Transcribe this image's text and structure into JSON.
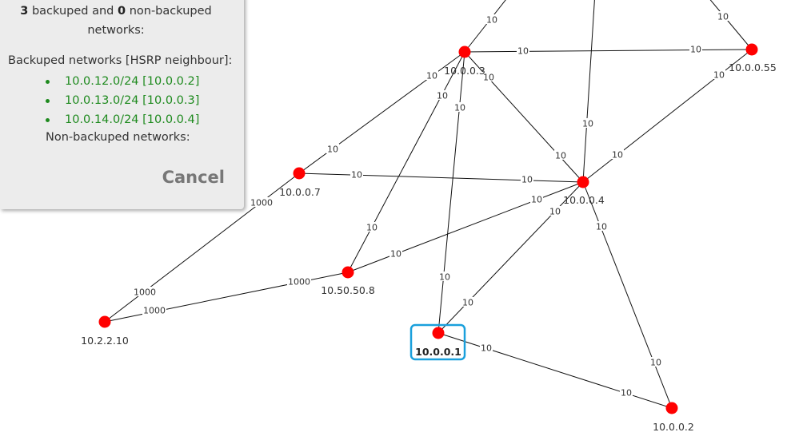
{
  "panel": {
    "backuped_count": "3",
    "summary_part1": "backuped and",
    "non_backuped_count": "0",
    "summary_part2": "non-backuped",
    "summary_part3": "networks:",
    "backuped_title": "Backuped networks [HSRP neighbour]:",
    "backuped_networks": [
      "10.0.12.0/24 [10.0.0.2]",
      "10.0.13.0/24 [10.0.0.3]",
      "10.0.14.0/24 [10.0.0.4]"
    ],
    "non_backuped_title": "Non-backuped networks:",
    "cancel_label": "Cancel"
  },
  "graph": {
    "nodes": [
      {
        "id": "n3",
        "label": "10.0.0.3"
      },
      {
        "id": "n55",
        "label": "10.0.0.55"
      },
      {
        "id": "n7",
        "label": "10.0.0.7"
      },
      {
        "id": "n4",
        "label": "10.0.0.4"
      },
      {
        "id": "n8",
        "label": "10.50.50.8"
      },
      {
        "id": "n10",
        "label": "10.2.2.10"
      },
      {
        "id": "n1",
        "label": "10.0.0.1",
        "selected": true
      },
      {
        "id": "n2",
        "label": "10.0.0.2"
      }
    ],
    "edges": [
      {
        "id": "e3-7",
        "label_a": "10",
        "label_b": "10"
      },
      {
        "id": "e3-55",
        "label_a": "10",
        "label_b": "10"
      },
      {
        "id": "e3-4",
        "label_a": "10",
        "label_b": "10"
      },
      {
        "id": "e3-8",
        "label_a": "10",
        "label_b": "10"
      },
      {
        "id": "e3-1",
        "label_a": "10",
        "label_b": "10"
      },
      {
        "id": "e3-top",
        "label_a": "10"
      },
      {
        "id": "e55-4",
        "label_a": "10",
        "label_b": "10"
      },
      {
        "id": "e55-top",
        "label_a": "10"
      },
      {
        "id": "e4-top",
        "label_a": "10"
      },
      {
        "id": "e7-4",
        "label_a": "10",
        "label_b": "10"
      },
      {
        "id": "e7-10",
        "label_a": "1000",
        "label_b": "1000"
      },
      {
        "id": "e8-4",
        "label_a": "10",
        "label_b": "10"
      },
      {
        "id": "e8-10",
        "label_a": "1000",
        "label_b": "1000"
      },
      {
        "id": "e1-4",
        "label_a": "10",
        "label_b": "10"
      },
      {
        "id": "e1-2",
        "label_a": "10",
        "label_b": "10"
      },
      {
        "id": "e4-2",
        "label_a": "10",
        "label_b": "10"
      }
    ]
  }
}
